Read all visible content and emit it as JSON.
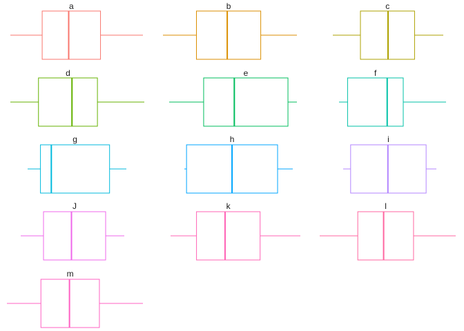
{
  "chart_data": {
    "type": "box",
    "layout": "facet grid, 3 columns, free x-scales, no axes",
    "grid": false,
    "legend": "none",
    "panels": [
      {
        "label": "a",
        "color": "#F8766D",
        "min": 0.0,
        "q1": 0.24,
        "median": 0.44,
        "q3": 0.68,
        "max": 1.0
      },
      {
        "label": "b",
        "color": "#DB8E00",
        "min": 0.0,
        "q1": 0.25,
        "median": 0.48,
        "q3": 0.73,
        "max": 1.0
      },
      {
        "label": "c",
        "color": "#AEA200",
        "min": 0.0,
        "q1": 0.25,
        "median": 0.5,
        "q3": 0.74,
        "max": 1.0
      },
      {
        "label": "d",
        "color": "#64B200",
        "min": 0.0,
        "q1": 0.21,
        "median": 0.46,
        "q3": 0.65,
        "max": 1.0
      },
      {
        "label": "e",
        "color": "#00BD5C",
        "min": 0.0,
        "q1": 0.27,
        "median": 0.51,
        "q3": 0.93,
        "max": 1.0
      },
      {
        "label": "f",
        "color": "#00C1A7",
        "min": 0.0,
        "q1": 0.08,
        "median": 0.45,
        "q3": 0.6,
        "max": 1.0
      },
      {
        "label": "g",
        "color": "#00BADE",
        "min": 0.0,
        "q1": 0.13,
        "median": 0.24,
        "q3": 0.83,
        "max": 1.0
      },
      {
        "label": "h",
        "color": "#00A6FF",
        "min": 0.0,
        "q1": 0.02,
        "median": 0.44,
        "q3": 0.86,
        "max": 1.0
      },
      {
        "label": "i",
        "color": "#B385FF",
        "min": 0.0,
        "q1": 0.08,
        "median": 0.48,
        "q3": 0.89,
        "max": 1.0
      },
      {
        "label": "J",
        "color": "#EF67EB",
        "min": 0.0,
        "q1": 0.22,
        "median": 0.49,
        "q3": 0.82,
        "max": 1.0
      },
      {
        "label": "k",
        "color": "#FF63B6",
        "min": 0.0,
        "q1": 0.2,
        "median": 0.42,
        "q3": 0.69,
        "max": 1.0
      },
      {
        "label": "l",
        "color": "#FF66A0",
        "min": 0.0,
        "q1": 0.28,
        "median": 0.47,
        "q3": 0.69,
        "max": 1.0
      },
      {
        "label": "m",
        "color": "#FF61C3",
        "min": 0.0,
        "q1": 0.25,
        "median": 0.46,
        "q3": 0.68,
        "max": 1.0
      }
    ]
  }
}
